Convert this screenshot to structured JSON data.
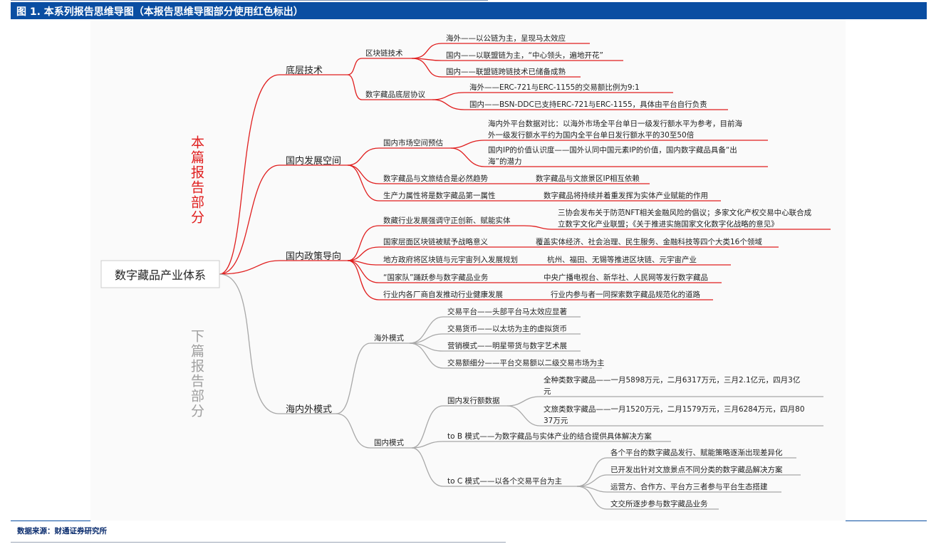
{
  "header": {
    "title": "图 1. 本系列报告思维导图（本报告思维导图部分使用红色标出）"
  },
  "footer": {
    "source": "数据来源：财通证券研究所"
  },
  "colors": {
    "header_bg": "#0a4ea2",
    "red_branch": "#e01e1e",
    "gray_branch": "#a8a8a8"
  },
  "mindmap": {
    "root": "数字藏品产业体系",
    "part_label_upper": "本篇报告部分",
    "part_label_lower": "下篇报告部分",
    "branches": {
      "b1": {
        "label": "底层技术",
        "s1": {
          "label": "区块链技术",
          "l1": "海外——以公链为主，呈现马太效应",
          "l2": "国内——以联盟链为主，“中心领头，遍地开花”",
          "l3": "国内——联盟链跨链技术已储备成熟"
        },
        "s2": {
          "label": "数字藏品底层协议",
          "l1": "海外——ERC-721与ERC-1155的交易额比例为9:1",
          "l2": "国内——BSN-DDC已支持ERC-721与ERC-1155，具体由平台自行负责"
        }
      },
      "b2": {
        "label": "国内发展空间",
        "s1": {
          "label": "国内市场空间预估",
          "l1a": "海内外平台数据对比：以海外市场全平台单日一级发行额水平为参考，目前海",
          "l1b": "外一级发行额水平约为国内全平台单日发行额水平的30至50倍",
          "l2a": "国内IP的价值认识度——国外认同中国元素IP的价值，国内数字藏品具备“出",
          "l2b": "海”的潜力"
        },
        "s2": {
          "label": "数字藏品与文旅结合是必然趋势",
          "l1": "数字藏品与文旅景区IP相互依赖"
        },
        "s3": {
          "label": "生产力属性将是数字藏品第一属性",
          "l1": "数字藏品将持续并着重发挥为实体产业赋能的作用"
        }
      },
      "b3": {
        "label": "国内政策导向",
        "s1": {
          "label": "数藏行业发展强调守正创新、赋能实体",
          "l1a": "三协会发布关于防范NFT相关金融风险的倡议；多家文化产权交易中心联合成",
          "l1b": "立数字文化产业联盟；《关于推进实施国家文化数字化战略的意见》"
        },
        "s2": {
          "label": "国家层面区块链被赋予战略意义",
          "l1": "覆盖实体经济、社会治理、民生服务、金融科技等四个大类16个领域"
        },
        "s3": {
          "label": "地方政府将区块链与元宇宙列入发展规划",
          "l1": "杭州、福田、无锡等推进区块链、元宇宙产业"
        },
        "s4": {
          "label": "“国家队”踊跃参与数字藏品业务",
          "l1": "中央广播电视台、新华社、人民网等发行数字藏品"
        },
        "s5": {
          "label": "行业内各厂商自发推动行业健康发展",
          "l1": "行业内参与者一同探索数字藏品规范化的道路"
        }
      },
      "b4": {
        "label": "海内外模式",
        "s1": {
          "label": "海外模式",
          "l1": "交易平台——头部平台马太效应显著",
          "l2": "交易货币——以太坊为主的虚拟货币",
          "l3": "营销模式——明星带货与数字艺术展",
          "l4": "交易额细分——平台交易额以二级交易市场为主"
        },
        "s2": {
          "label": "国内模式",
          "t1": {
            "label": "国内发行额数据",
            "l1a": "全种类数字藏品——一月5898万元，二月6317万元，三月2.1亿元，四月3亿",
            "l1b": "元",
            "l2a": "文旅类数字藏品——一月1520万元，二月1579万元，三月6284万元，四月80",
            "l2b": "37万元"
          },
          "t2": {
            "label": "to B 模式——为数字藏品与实体产业的结合提供具体解决方案"
          },
          "t3": {
            "label": "to C 模式——以各个交易平台为主",
            "l1": "各个平台的数字藏品发行、赋能策略逐渐出现差异化",
            "l2": "已开发出针对文旅景点不同分类的数字藏品解决方案",
            "l3": "运营方、合作方、平台方三者参与平台生态搭建",
            "l4": "文交所逐步参与数字藏品业务"
          }
        }
      }
    }
  }
}
